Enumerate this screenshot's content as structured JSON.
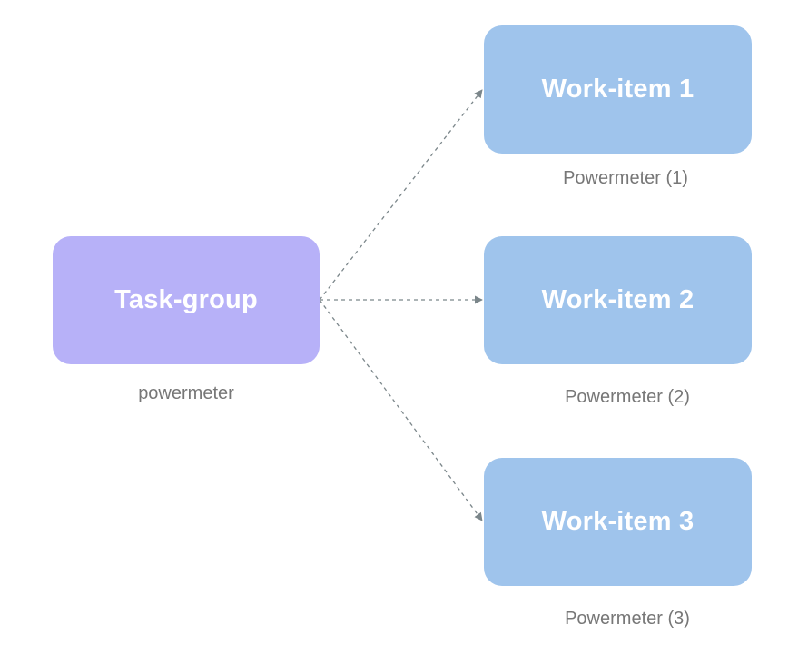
{
  "colors": {
    "task_group_fill": "#b7b1f8",
    "work_item_fill": "#9fc4ec",
    "caption_text": "#777777",
    "connector": "#7b868a"
  },
  "task_group": {
    "label": "Task-group",
    "caption": "powermeter"
  },
  "work_items": [
    {
      "label": "Work-item 1",
      "caption": "Powermeter (1)"
    },
    {
      "label": "Work-item 2",
      "caption": "Powermeter (2)"
    },
    {
      "label": "Work-item 3",
      "caption": "Powermeter (3)"
    }
  ],
  "connectors": [
    {
      "from": "Task-group",
      "to": "Work-item 1",
      "style": "dashed-arrow"
    },
    {
      "from": "Task-group",
      "to": "Work-item 2",
      "style": "dashed-arrow"
    },
    {
      "from": "Task-group",
      "to": "Work-item 3",
      "style": "dashed-arrow"
    }
  ]
}
